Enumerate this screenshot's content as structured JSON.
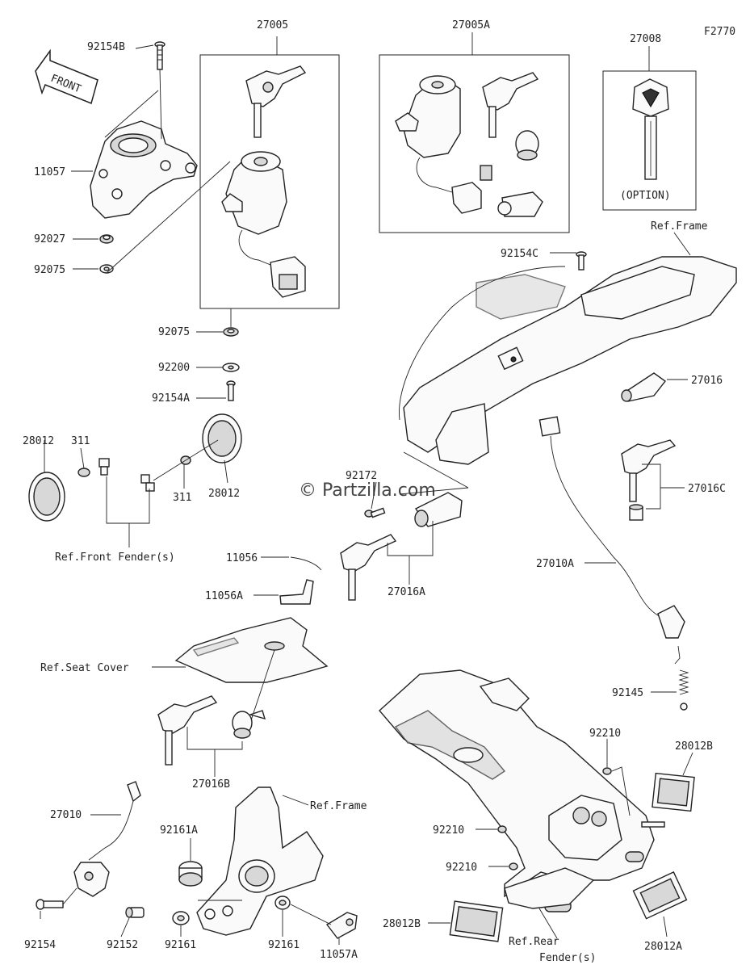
{
  "diagram": {
    "figure_code": "F2770",
    "watermark": "© Partzilla.com",
    "front_arrow_text": "FRONT",
    "labels": {
      "p92154B": "92154B",
      "p27005": "27005",
      "p27005A": "27005A",
      "p27008": "27008",
      "p_option": "(OPTION)",
      "p11057": "11057",
      "p92027": "92027",
      "p92075_top": "92075",
      "p92075": "92075",
      "p92200": "92200",
      "p92154A": "92154A",
      "p28012_left": "28012",
      "p311_left": "311",
      "p311_right": "311",
      "p28012_right": "28012",
      "ref_front_fender": "Ref.Front Fender(s)",
      "ref_frame_top": "Ref.Frame",
      "p92154C": "92154C",
      "p27016": "27016",
      "p27016C": "27016C",
      "p92172": "92172",
      "p11056": "11056",
      "p11056A": "11056A",
      "p27016A": "27016A",
      "p27010A": "27010A",
      "ref_seat_cover": "Ref.Seat Cover",
      "p92145": "92145",
      "p27016B": "27016B",
      "p92210_a": "92210",
      "p28012B_right": "28012B",
      "p27010": "27010",
      "ref_frame_bottom": "Ref.Frame",
      "p92161A": "92161A",
      "p92210_b": "92210",
      "p92210_c": "92210",
      "p28012B_left": "28012B",
      "p92154": "92154",
      "p92152": "92152",
      "p92161_left": "92161",
      "p92161_right": "92161",
      "p11057A": "11057A",
      "ref_rear_fender_1": "Ref.Rear",
      "ref_rear_fender_2": "Fender(s)",
      "p28012A": "28012A"
    }
  }
}
